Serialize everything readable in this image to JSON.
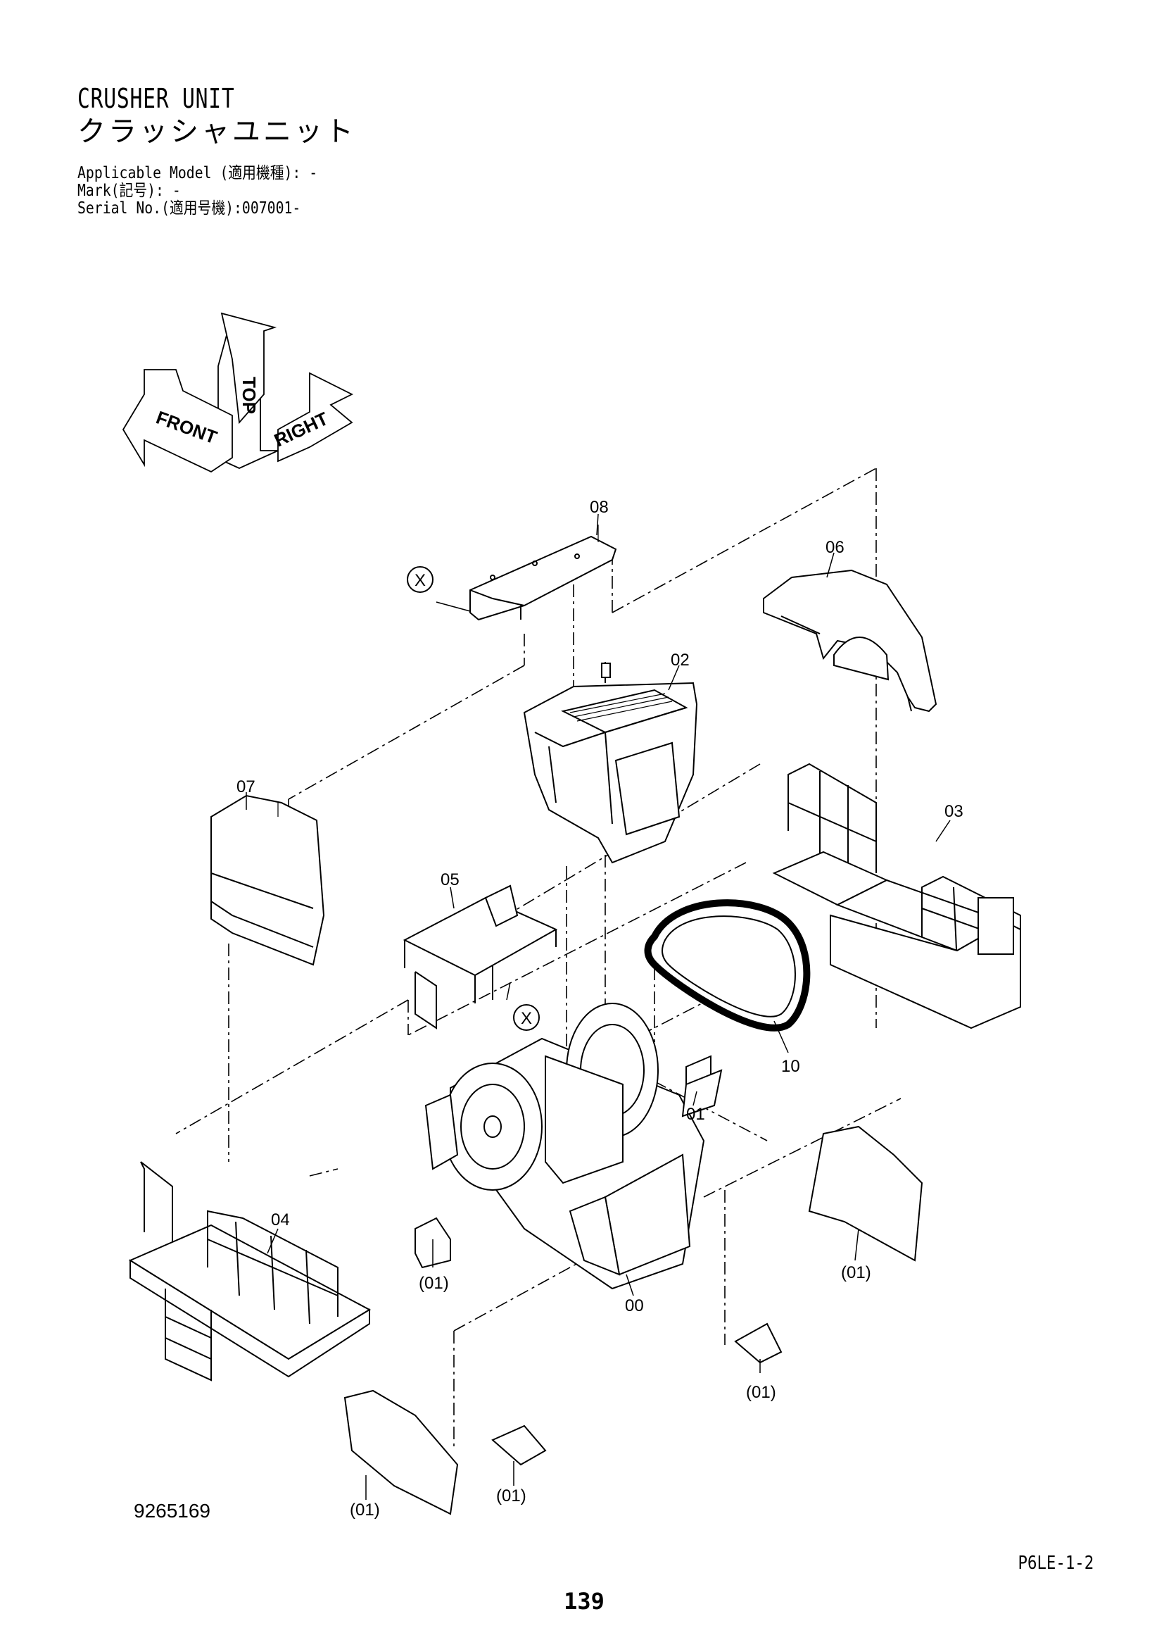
{
  "header": {
    "title_en": "CRUSHER UNIT",
    "title_ja": "クラッシャユニット",
    "applicable_model": "Applicable Model (適用機種): -",
    "mark": "Mark(記号): -",
    "serial_no": "Serial No.(適用号機):007001-"
  },
  "orientation": {
    "top": "TOP",
    "front": "FRONT",
    "right": "RIGHT"
  },
  "callouts": {
    "p00": "00",
    "p01": "01",
    "p02": "02",
    "p03": "03",
    "p04": "04",
    "p05": "05",
    "p06": "06",
    "p07": "07",
    "p08": "08",
    "p10": "10",
    "p01a": "(01)",
    "p01b": "(01)",
    "p01c": "(01)",
    "p01d": "(01)",
    "p01e": "(01)",
    "x1": "X",
    "x2": "X"
  },
  "footer": {
    "doc_number": "9265169",
    "ref_code": "P6LE-1-2",
    "page_number": "139"
  }
}
